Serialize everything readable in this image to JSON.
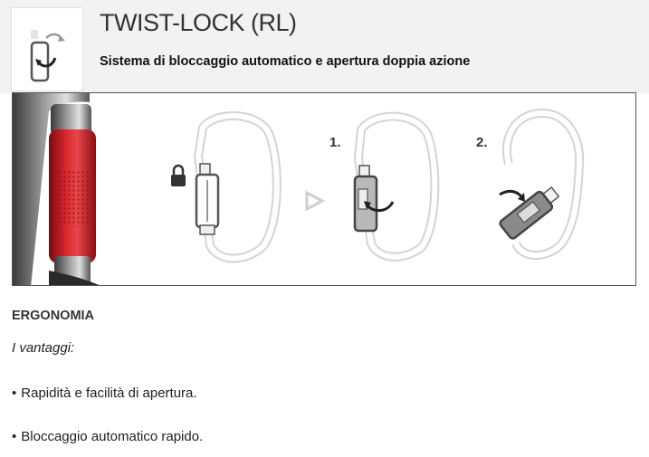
{
  "header": {
    "title": "TWIST-LOCK (RL)",
    "subtitle": "Sistema di bloccaggio automatico e apertura doppia azione",
    "icon": "twist-lock-icon"
  },
  "diagram": {
    "steps": [
      {
        "label": "1."
      },
      {
        "label": "2."
      }
    ],
    "icons": [
      "padlock-icon",
      "play-arrow-icon",
      "rotate-arrow-icon"
    ],
    "colors": {
      "sleeve_red": "#c7161d",
      "carabiner_outline": "#cfcfcf",
      "gate_gray": "#6e6e6e"
    }
  },
  "section": {
    "heading": "ERGONOMIA",
    "advantages_label": "I vantaggi:",
    "bullets": [
      "Rapidità e facilità di apertura.",
      "Bloccaggio automatico rapido."
    ]
  }
}
